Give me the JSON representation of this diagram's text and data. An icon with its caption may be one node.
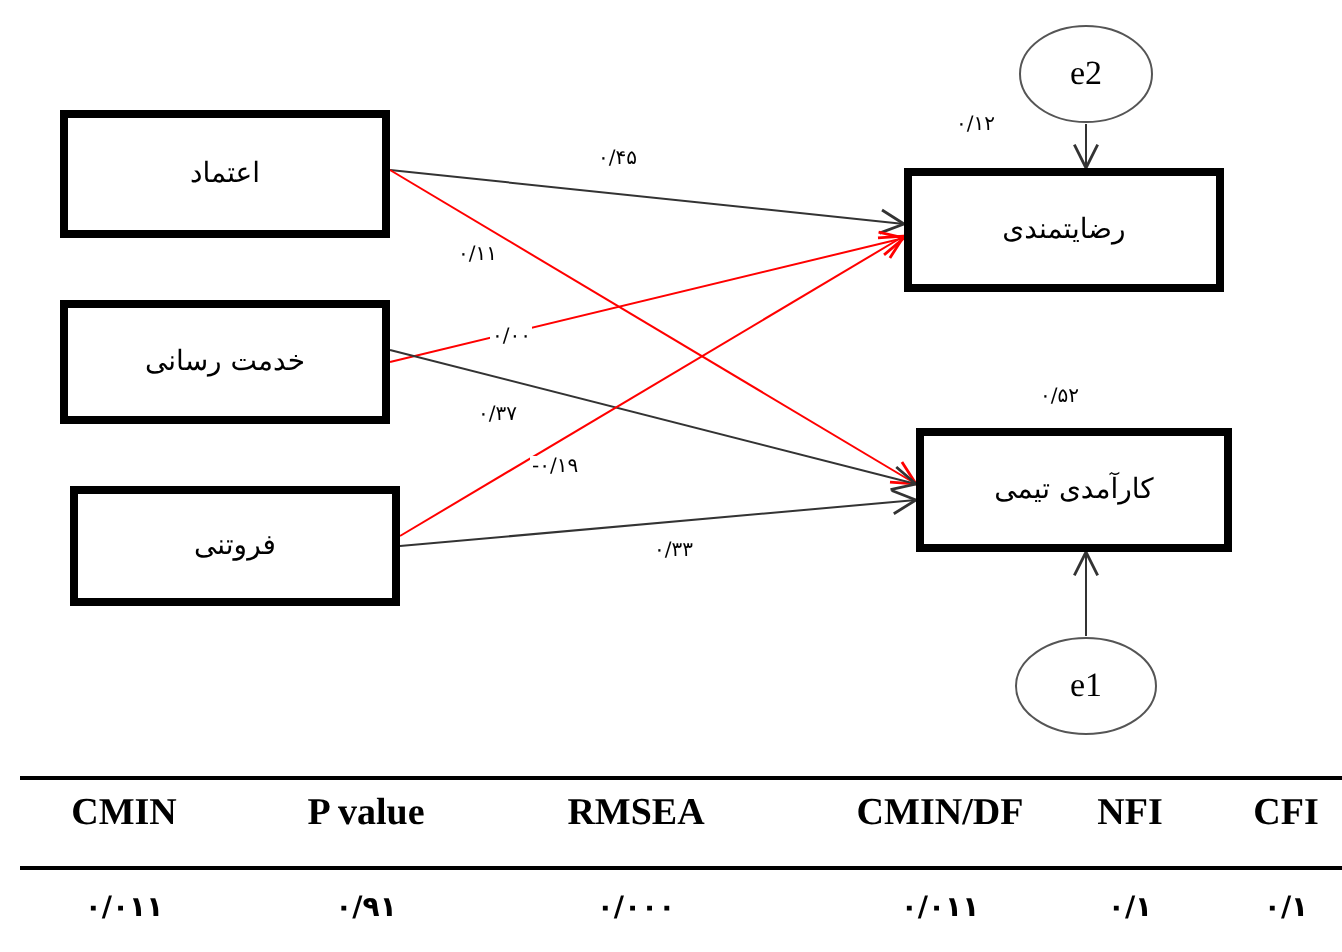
{
  "diagram": {
    "nodes": [
      {
        "text": [
          "اعتماد"
        ]
      },
      {
        "text": [
          "خدمت رسانی"
        ]
      },
      {
        "text": [
          "فروتنی"
        ]
      },
      {
        "text": [
          "رضایتمندی"
        ],
        "beside": [
          "۰/۱۲"
        ]
      },
      {
        "text": [
          "کارآمدی تیمی"
        ],
        "beside": [
          "۰/۵۲"
        ]
      },
      {
        "text": [
          "e2"
        ]
      },
      {
        "text": [
          "e1"
        ]
      }
    ],
    "edges": [
      {
        "from": 0,
        "to": 3,
        "arrow": "to",
        "label": "۰/۴۵"
      },
      {
        "from": 0,
        "to": 4,
        "arrow": "to",
        "label": "۰/۱۱",
        "color": "#ff0000"
      },
      {
        "from": 1,
        "to": 3,
        "arrow": "to",
        "label": "۰/۰۰",
        "color": "#ff0000"
      },
      {
        "from": 1,
        "to": 4,
        "arrow": "to",
        "label": "۰/۳۷"
      },
      {
        "from": 2,
        "to": 3,
        "arrow": "to",
        "label": "-۰/۱۹",
        "color": "#ff0000"
      },
      {
        "from": 2,
        "to": 4,
        "arrow": "to",
        "label": "۰/۳۳"
      },
      {
        "from": 5,
        "to": 3,
        "arrow": "to"
      },
      {
        "from": 6,
        "to": 4,
        "arrow": "to"
      }
    ],
    "labels": [
      "CMIN",
      "P value",
      "RMSEA",
      "CMIN/DF",
      "NFI",
      "CFI",
      "۰/۰۱۱",
      "۰/۹۱",
      "۰/۰۰۰",
      "۰/۰۱۱",
      "۰/۱",
      "۰/۱"
    ]
  }
}
